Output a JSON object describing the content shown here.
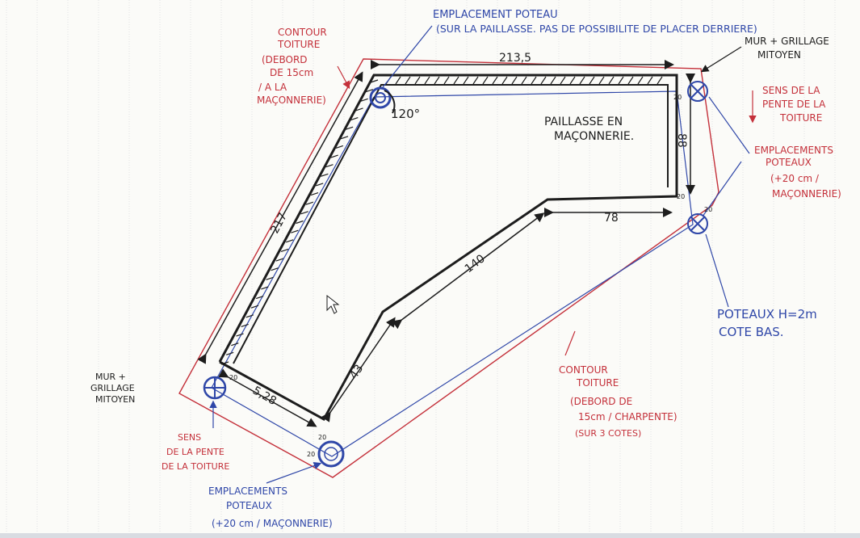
{
  "colors": {
    "paper": "#fbfbf8",
    "grid_line": "#cfd3d6",
    "ink_black": "#1d1d1d",
    "ink_red": "#c4303a",
    "ink_blue": "#2f47a8"
  },
  "labels": {
    "top_note_1": "EMPLACEMENT POTEAU",
    "top_note_2": "(SUR LA PAILLASSE. PAS DE POSSIBILITE DE PLACER DERRIERE)",
    "contour_left_1": "CONTOUR",
    "contour_left_2": "TOITURE",
    "contour_left_3": "(DEBORD",
    "contour_left_4": "DE 15cm",
    "contour_left_5": "/ A LA",
    "contour_left_6": "MAÇONNERIE)",
    "mur_top_1": "MUR + GRILLAGE",
    "mur_top_2": "MITOYEN",
    "sens_top_1": "SENS DE LA",
    "sens_top_2": "PENTE DE LA",
    "sens_top_3": "TOITURE",
    "empl_right_1": "EMPLACEMENTS",
    "empl_right_2": "POTEAUX",
    "empl_right_3": "(+20 cm /",
    "empl_right_4": "MAÇONNERIE)",
    "paillasse_1": "PAILLASSE EN",
    "paillasse_2": "MAÇONNERIE.",
    "angle": "120°",
    "poteaux_1": "POTEAUX H=2m",
    "poteaux_2": "COTE BAS.",
    "contour_right_1": "CONTOUR",
    "contour_right_2": "TOITURE",
    "contour_right_3": "(DEBORD DE",
    "contour_right_4": "15cm / CHARPENTE)",
    "contour_right_5": "(SUR 3 COTES)",
    "mur_left_1": "MUR +",
    "mur_left_2": "GRILLAGE",
    "mur_left_3": "MITOYEN",
    "sens_left_1": "SENS",
    "sens_left_2": "DE LA PENTE",
    "sens_left_3": "DE LA TOITURE",
    "empl_bottom_1": "EMPLACEMENTS",
    "empl_bottom_2": "POTEAUX",
    "empl_bottom_3": "(+20 cm / MAÇONNERIE)"
  },
  "dimensions": {
    "top": "213,5",
    "left": "217",
    "right": "88",
    "inner_right": "78",
    "inner_diag": "140",
    "inner_short": "43",
    "bottom": "5,28",
    "post_offset": "20"
  }
}
